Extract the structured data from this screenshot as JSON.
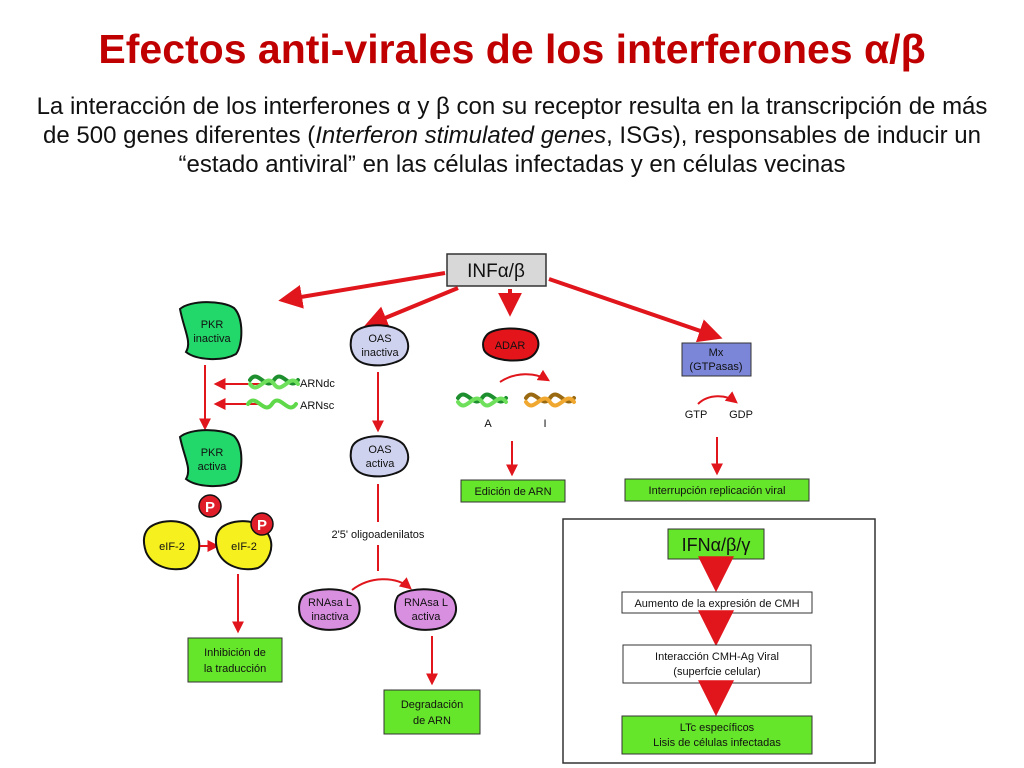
{
  "slide": {
    "title": "Efectos anti-virales de los interferones α/β",
    "body": {
      "p1": "La interacción de los interferones α y β con su receptor resulta en la transcripción de más de 500 genes diferentes (",
      "italic": "Interferon stimulated genes",
      "p2": ", ISGs), responsables de inducir un “estado antiviral” en las células infectadas y en células vecinas"
    }
  },
  "diagram": {
    "top_node": "INFα/β",
    "pkr_inactive": [
      "PKR",
      "inactiva"
    ],
    "pkr_active": [
      "PKR",
      "activa"
    ],
    "arn_dc": "ARNdc",
    "arn_sc": "ARNsc",
    "phospho": "P",
    "eif_left": "eIF-2",
    "eif_right": "eIF-2",
    "inhibicion": [
      "Inhibición de",
      "la traducción"
    ],
    "oas_inactive": [
      "OAS",
      "inactiva"
    ],
    "oas_active": [
      "OAS",
      "activa"
    ],
    "oligo": "2'5' oligoadenilatos",
    "rnasa_inactive": [
      "RNAsa L",
      "inactiva"
    ],
    "rnasa_active": [
      "RNAsa L",
      "activa"
    ],
    "degradacion": [
      "Degradación",
      "de ARN"
    ],
    "adar": "ADAR",
    "label_a": "A",
    "label_i": "I",
    "edicion": "Edición de ARN",
    "mx": [
      "Mx",
      "(GTPasas)"
    ],
    "gtp": "GTP",
    "gdp": "GDP",
    "interrupcion": "Interrupción replicación viral",
    "ifn_box": "IFNα/β/γ",
    "aumento": "Aumento de la expresión de CMH",
    "interaccion": [
      "Interacción CMH-Ag Viral",
      "(superfcie celular)"
    ],
    "ltc": [
      "LTc específicos",
      "Lisis de células infectadas"
    ]
  },
  "colors": {
    "title": "#c00000",
    "arrow": "#e0161c",
    "pkr_green": "#22d86a",
    "oas_lavender": "#cfd2ee",
    "rnasa_purple": "#d98fe0",
    "eif_yellow": "#f5f01e",
    "phospho_red": "#e01e2a",
    "adar_red": "#e3141a",
    "mx_blue": "#7b86d8",
    "box_green": "#66e62a",
    "top_box": "#d8d8d8"
  }
}
